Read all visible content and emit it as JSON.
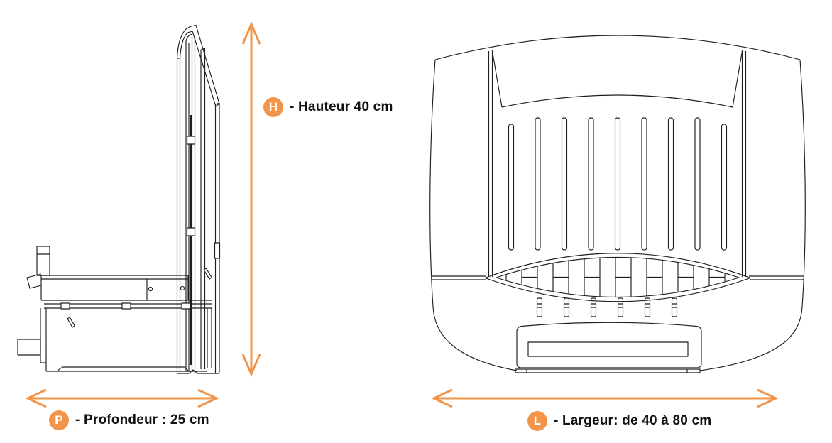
{
  "colors": {
    "accent": "#f29449",
    "line": "#1f1f1f",
    "background": "#ffffff"
  },
  "dimensions": {
    "height": {
      "badge": "H",
      "label": "- Hauteur 40 cm"
    },
    "depth": {
      "badge": "P",
      "label": "- Profondeur : 25 cm"
    },
    "width": {
      "badge": "L",
      "label": "- Largeur: de 40 à 80 cm"
    }
  }
}
